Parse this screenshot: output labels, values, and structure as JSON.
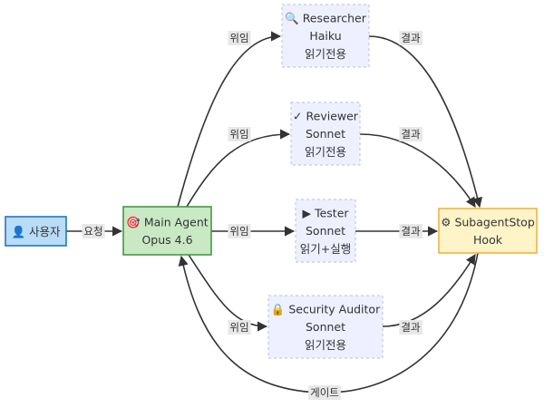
{
  "nodes": {
    "user": {
      "icon": "👤",
      "lines": [
        "사용자"
      ],
      "fill": "#b9dcf8",
      "stroke": "#1e76c9",
      "dashed": false
    },
    "main": {
      "icon": "🎯",
      "lines": [
        "Main Agent",
        "Opus 4.6"
      ],
      "fill": "#c9e9c4",
      "stroke": "#3e9b46",
      "dashed": false
    },
    "researcher": {
      "icon": "🔍",
      "lines": [
        "Researcher",
        "Haiku",
        "읽기전용"
      ],
      "fill": "#eef0ff",
      "stroke": "#b8bdf0",
      "dashed": true
    },
    "reviewer": {
      "icon": "✓",
      "lines": [
        "Reviewer",
        "Sonnet",
        "읽기전용"
      ],
      "fill": "#eef0ff",
      "stroke": "#b8bdf0",
      "dashed": true
    },
    "tester": {
      "icon": "▶",
      "lines": [
        "Tester",
        "Sonnet",
        "읽기+실행"
      ],
      "fill": "#eef0ff",
      "stroke": "#b8bdf0",
      "dashed": true
    },
    "auditor": {
      "icon": "🔒",
      "lines": [
        "Security Auditor",
        "Sonnet",
        "읽기전용"
      ],
      "fill": "#eef0ff",
      "stroke": "#b8bdf0",
      "dashed": true
    },
    "hook": {
      "icon": "⚙",
      "lines": [
        "SubagentStop",
        "Hook"
      ],
      "fill": "#fff4c8",
      "stroke": "#f3b43e",
      "dashed": false
    }
  },
  "edges": [
    {
      "id": "user-main",
      "label": "요청"
    },
    {
      "id": "main-researcher",
      "label": "위임"
    },
    {
      "id": "main-reviewer",
      "label": "위임"
    },
    {
      "id": "main-tester",
      "label": "위임"
    },
    {
      "id": "main-auditor",
      "label": "위임"
    },
    {
      "id": "researcher-hook",
      "label": "결과"
    },
    {
      "id": "reviewer-hook",
      "label": "결과"
    },
    {
      "id": "tester-hook",
      "label": "결과"
    },
    {
      "id": "auditor-hook",
      "label": "결과"
    },
    {
      "id": "hook-main",
      "label": "게이트"
    }
  ],
  "colors": {
    "edge": "#333333",
    "label_bg": "#e8e8e8"
  }
}
